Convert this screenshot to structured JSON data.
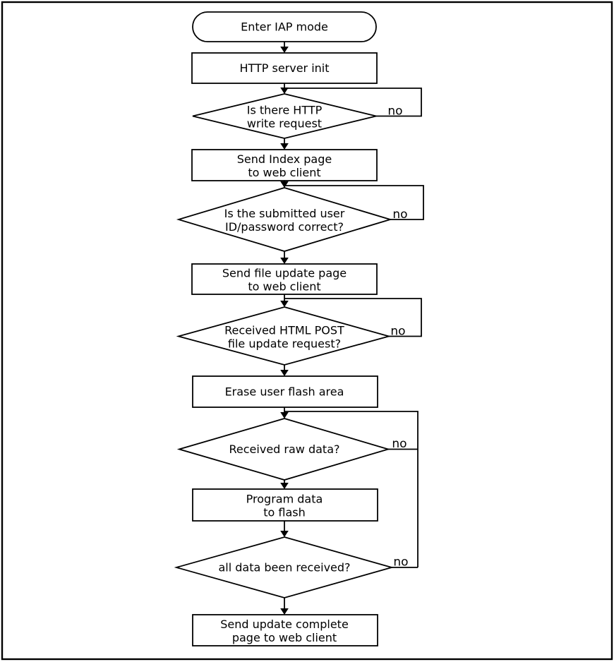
{
  "colors": {
    "stroke": "#000000",
    "shape_fill": "#ffffff",
    "background": "#ffffff",
    "text": "#000000"
  },
  "flowchart": {
    "start": {
      "label": "Enter IAP mode"
    },
    "http_init": {
      "label": "HTTP server init"
    },
    "d_write_request": {
      "line1": "Is there HTTP",
      "line2": "write request",
      "branch": "no"
    },
    "send_index": {
      "line1": "Send Index page",
      "line2": "to web client"
    },
    "d_credentials": {
      "line1": "Is the submitted user",
      "line2": "ID/password correct?",
      "branch": "no"
    },
    "send_file_update": {
      "line1": "Send file update page",
      "line2": "to web client"
    },
    "d_post_request": {
      "line1": "Received HTML POST",
      "line2": "file update request?",
      "branch": "no"
    },
    "erase_flash": {
      "label": "Erase user flash area"
    },
    "d_raw_data": {
      "label": "Received raw data?",
      "branch": "no"
    },
    "program_data": {
      "line1": "Program data",
      "line2": "to flash"
    },
    "d_all_received": {
      "label": "all data been received?",
      "branch": "no"
    },
    "send_complete": {
      "line1": "Send update complete",
      "line2": "page to web client"
    }
  }
}
